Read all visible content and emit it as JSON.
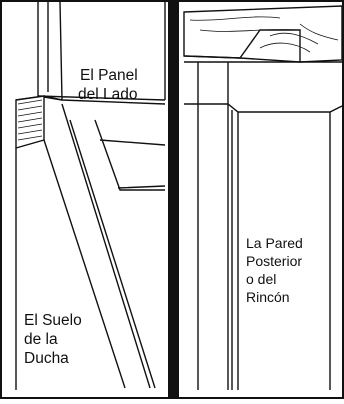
{
  "left_panel": {
    "side_panel_label": [
      "El Panel",
      "del Lado"
    ],
    "shower_floor_label": [
      "El Suelo",
      "de la",
      "Ducha"
    ]
  },
  "right_panel": {
    "back_wall_label": [
      "La Pared",
      "Posterior",
      "o del",
      "Rincón"
    ]
  },
  "colors": {
    "ink": "#111111",
    "paper": "#ffffff",
    "wood": "#e8e2d6"
  }
}
